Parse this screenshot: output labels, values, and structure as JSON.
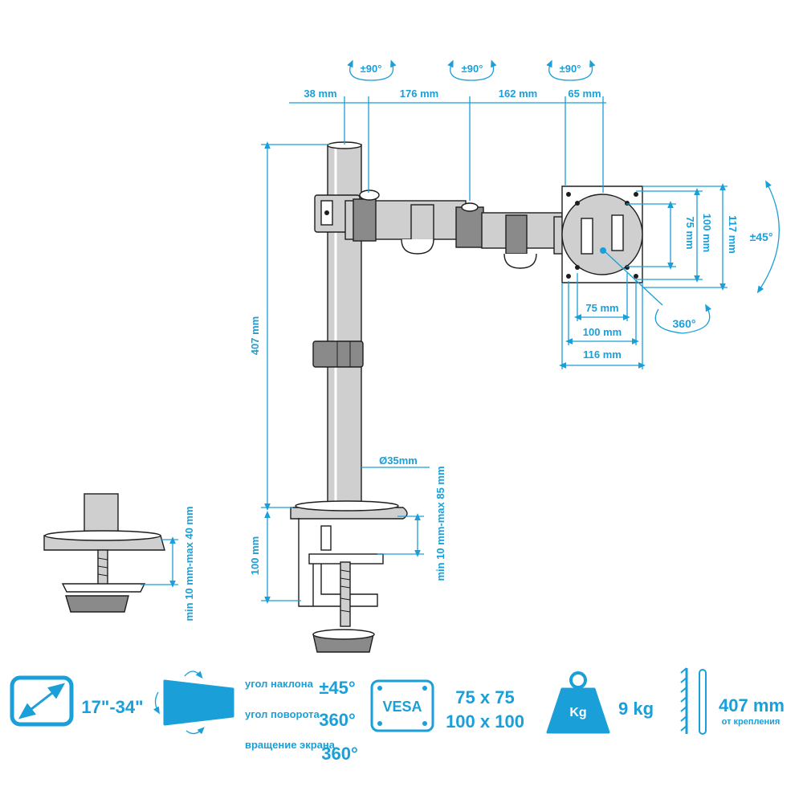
{
  "colors": {
    "accent": "#1a9fd8",
    "outline": "#1d1d1d",
    "fill": "#cfcfcf"
  },
  "rotations": {
    "joint1": "±90°",
    "joint2": "±90°",
    "joint3": "±90°",
    "tilt": "±45°",
    "rotate": "360°"
  },
  "dimensions": {
    "top": [
      "38 mm",
      "176 mm",
      "162 mm",
      "65 mm"
    ],
    "pole_height": "407 mm",
    "pole_diameter": "Ø35mm",
    "clamp_height": "100 mm",
    "clamp_range": "min 10 mm-max 85 mm",
    "grommet_range": "min 10 mm-max 40 mm",
    "vesa_vertical": [
      "75 mm",
      "100 mm",
      "117 mm"
    ],
    "vesa_horizontal": [
      "75 mm",
      "100 mm",
      "116 mm"
    ]
  },
  "specs": {
    "screen_size": "17\"-34\"",
    "tilt_label": "угол наклона",
    "tilt_value": "±45°",
    "swivel_label": "угол поворота",
    "swivel_value": "360°",
    "rotation_label": "вращение экрана",
    "rotation_value": "360°",
    "vesa_badge": "VESA",
    "vesa_sizes": [
      "75 x 75",
      "100 x 100"
    ],
    "weight_badge": "Kg",
    "weight_value": "9 kg",
    "arm_length": "407 mm",
    "arm_length_note": "от крепления"
  }
}
